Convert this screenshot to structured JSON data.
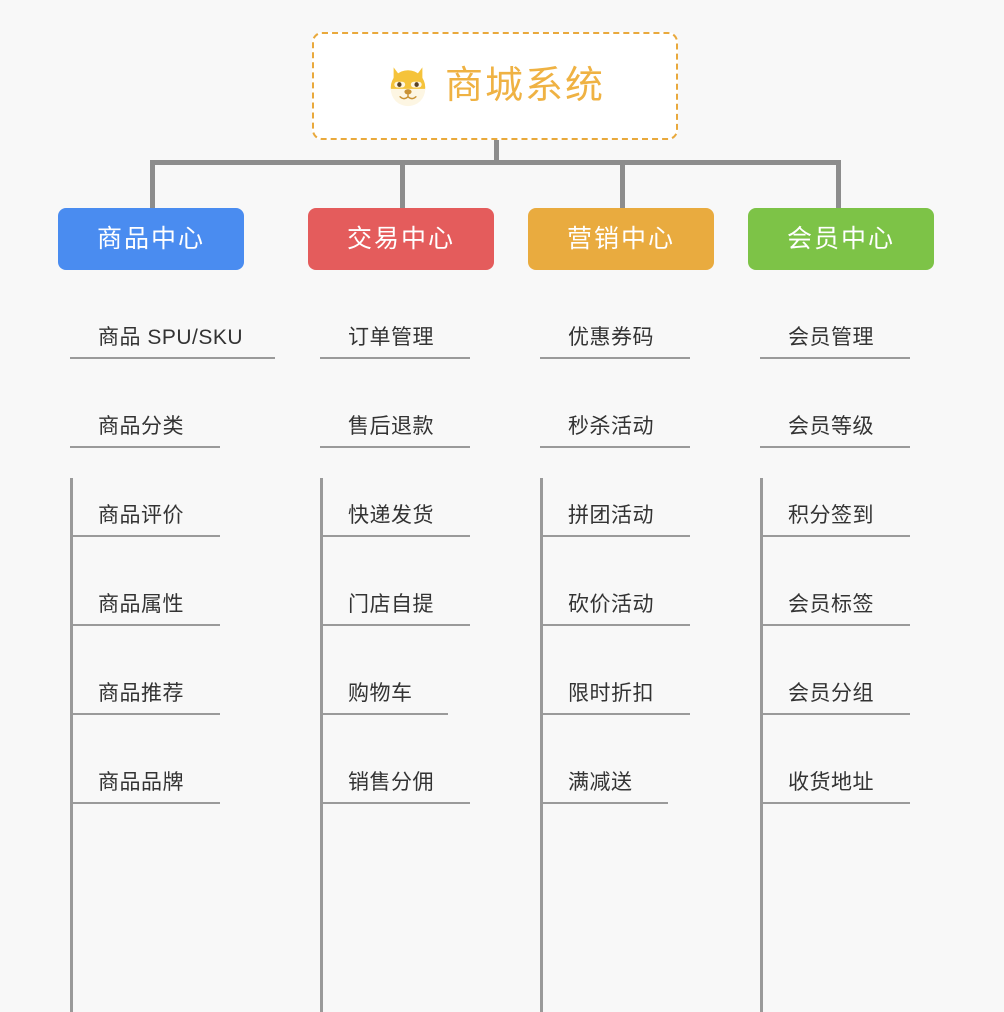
{
  "root": {
    "title": "商城系统",
    "icon": "dog-face-icon",
    "border_color": "#e9a93c",
    "text_color": "#efb243",
    "background": "#ffffff"
  },
  "canvas": {
    "background": "#f8f8f8",
    "connector_color": "#8d8d8d",
    "leaf_line_color": "#9a9a9a",
    "leaf_text_color": "#333333"
  },
  "columns": [
    {
      "id": "product-center",
      "label": "商品中心",
      "color": "#4a8cf0",
      "items": [
        {
          "label": "商品 SPU/SKU",
          "underline_width": 205
        },
        {
          "label": "商品分类",
          "underline_width": 150
        },
        {
          "label": "商品评价",
          "underline_width": 150
        },
        {
          "label": "商品属性",
          "underline_width": 150
        },
        {
          "label": "商品推荐",
          "underline_width": 150
        },
        {
          "label": "商品品牌",
          "underline_width": 150
        }
      ]
    },
    {
      "id": "trade-center",
      "label": "交易中心",
      "color": "#e45c5c",
      "items": [
        {
          "label": "订单管理",
          "underline_width": 150
        },
        {
          "label": "售后退款",
          "underline_width": 150
        },
        {
          "label": "快递发货",
          "underline_width": 150
        },
        {
          "label": "门店自提",
          "underline_width": 150
        },
        {
          "label": "购物车",
          "underline_width": 128
        },
        {
          "label": "销售分佣",
          "underline_width": 150
        }
      ]
    },
    {
      "id": "marketing-center",
      "label": "营销中心",
      "color": "#e9ab3f",
      "items": [
        {
          "label": "优惠券码",
          "underline_width": 150
        },
        {
          "label": "秒杀活动",
          "underline_width": 150
        },
        {
          "label": "拼团活动",
          "underline_width": 150
        },
        {
          "label": "砍价活动",
          "underline_width": 150
        },
        {
          "label": "限时折扣",
          "underline_width": 150
        },
        {
          "label": "满减送",
          "underline_width": 128
        }
      ]
    },
    {
      "id": "member-center",
      "label": "会员中心",
      "color": "#7dc347",
      "items": [
        {
          "label": "会员管理",
          "underline_width": 150
        },
        {
          "label": "会员等级",
          "underline_width": 150
        },
        {
          "label": "积分签到",
          "underline_width": 150
        },
        {
          "label": "会员标签",
          "underline_width": 150
        },
        {
          "label": "会员分组",
          "underline_width": 150
        },
        {
          "label": "收货地址",
          "underline_width": 150
        }
      ]
    }
  ]
}
